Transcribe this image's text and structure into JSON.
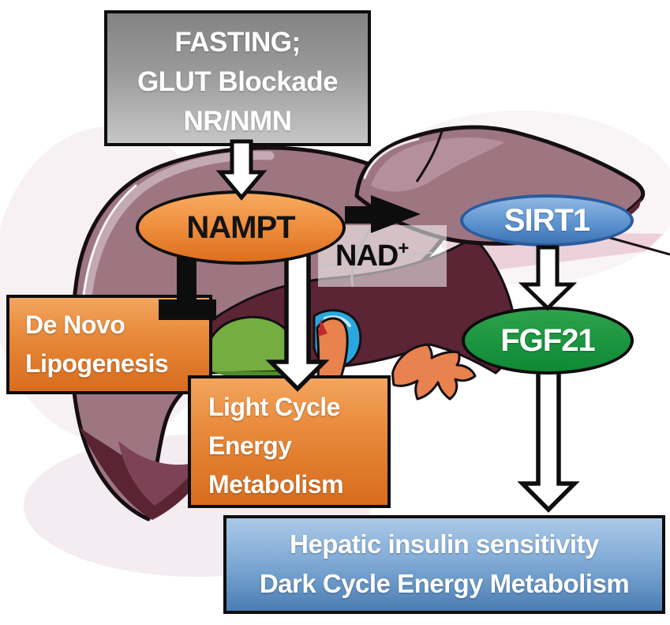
{
  "figure": {
    "description": "Hepatic NAD+ signaling pathway diagram over a cartoon liver illustration",
    "background_illustration": "liver-cartoon"
  },
  "nodes": {
    "stimulus": {
      "lines": [
        "FASTING;",
        "GLUT Blockade",
        "NR/NMN"
      ]
    },
    "nampt": {
      "label": "NAMPT"
    },
    "nad": {
      "label": "NAD",
      "superscript": "+"
    },
    "sirt1": {
      "label": "SIRT1"
    },
    "fgf21": {
      "label": "FGF21"
    },
    "de_novo": {
      "lines": [
        "De Novo",
        "Lipogenesis"
      ]
    },
    "light_cycle": {
      "lines": [
        "Light Cycle",
        "Energy",
        "Metabolism"
      ]
    },
    "outcome": {
      "lines": [
        "Hepatic insulin sensitivity",
        "Dark Cycle Energy Metabolism"
      ]
    }
  },
  "edges": [
    {
      "from": "stimulus",
      "to": "nampt",
      "style": "hollow-arrow"
    },
    {
      "from": "nampt",
      "to": "sirt1",
      "style": "solid-black-arrow",
      "via": "NAD+"
    },
    {
      "from": "nampt",
      "to": "de_novo",
      "style": "inhibition-tbar"
    },
    {
      "from": "nampt",
      "to": "light_cycle",
      "style": "hollow-arrow"
    },
    {
      "from": "sirt1",
      "to": "fgf21",
      "style": "hollow-arrow"
    },
    {
      "from": "fgf21",
      "to": "outcome",
      "style": "hollow-arrow"
    }
  ],
  "colors": {
    "gray_box_top": "#838383",
    "gray_box_bottom": "#c6c6c6",
    "orange_top": "#f3a55f",
    "orange_bottom": "#d86c1e",
    "sirt1_top": "#90b7e3",
    "sirt1_bottom": "#3e74b4",
    "sirt1_border": "#2b5b9d",
    "fgf21_top": "#2fa24c",
    "fgf21_bottom": "#0f8a34",
    "outcome_top": "#abc9e8",
    "outcome_bottom": "#4b7db2",
    "liver_body": "#9d7682",
    "liver_dark": "#5b2535",
    "gallbladder": "#74ae41",
    "portal_vein": "#2ba7df",
    "artery": "#e8824f",
    "nad_overlay": "rgba(255,255,255,0.55)"
  }
}
